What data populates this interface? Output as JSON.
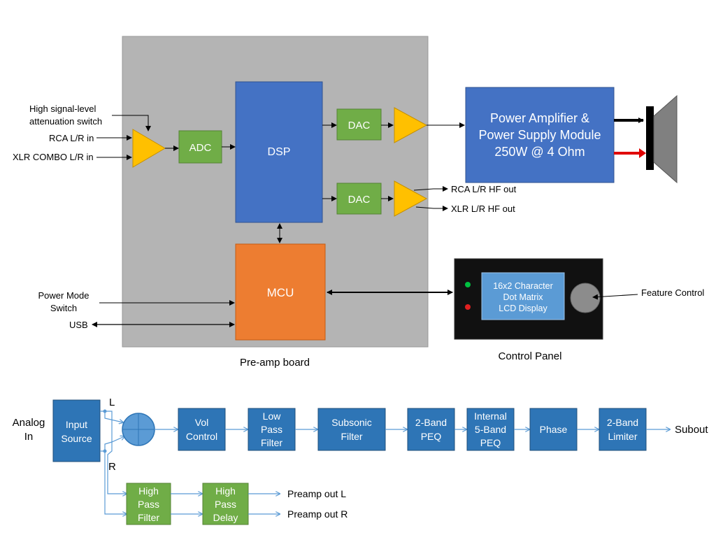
{
  "top": {
    "board_caption": "Pre-amp board",
    "control_panel_caption": "Control Panel",
    "inputs": {
      "switch_line1": "High  signal-level",
      "switch_line2": "attenuation switch",
      "rca_in": "RCA L/R in",
      "xlr_in": "XLR COMBO L/R in",
      "power_mode_line1": "Power Mode",
      "power_mode_line2": "Switch",
      "usb": "USB"
    },
    "blocks": {
      "adc": "ADC",
      "dsp": "DSP",
      "dac1": "DAC",
      "dac2": "DAC",
      "mcu": "MCU",
      "amp_line1": "Power Amplifier &",
      "amp_line2": "Power Supply Module",
      "amp_line3": "250W @ 4 Ohm",
      "lcd_line1": "16x2  Character",
      "lcd_line2": "Dot Matrix",
      "lcd_line3": "LCD Display"
    },
    "outputs": {
      "rca_hf": "RCA L/R HF out",
      "xlr_hf": "XLR L/R HF out",
      "feature_control": "Feature Control"
    }
  },
  "bottom": {
    "analog_in_line1": "Analog",
    "analog_in_line2": "In",
    "input_source_line1": "Input",
    "input_source_line2": "Source",
    "left": "L",
    "right": "R",
    "chain": [
      {
        "line1": "Vol",
        "line2": "Control",
        "line3": ""
      },
      {
        "line1": "Low",
        "line2": "Pass",
        "line3": "Filter"
      },
      {
        "line1": "Subsonic",
        "line2": "Filter",
        "line3": ""
      },
      {
        "line1": "2-Band",
        "line2": "PEQ",
        "line3": ""
      },
      {
        "line1": "Internal",
        "line2": "5-Band",
        "line3": "PEQ"
      },
      {
        "line1": "Phase",
        "line2": "",
        "line3": ""
      },
      {
        "line1": "2-Band",
        "line2": "Limiter",
        "line3": ""
      }
    ],
    "subout": "Subout",
    "hpf": {
      "line1": "High",
      "line2": "Pass",
      "line3": "Filter"
    },
    "hpd": {
      "line1": "High",
      "line2": "Pass",
      "line3": "Delay"
    },
    "preamp_out_l": "Preamp out L",
    "preamp_out_r": "Preamp out R"
  },
  "colors": {
    "board": "#b4b4b4",
    "blue": "#4472c4",
    "dark_blue": "#2e75b6",
    "green": "#70ad47",
    "orange": "#ed7d31",
    "amp_yellow": "#ffc000",
    "panel": "#111111",
    "lcd": "#5b9bd5",
    "signal_line": "#5b9bd5"
  }
}
